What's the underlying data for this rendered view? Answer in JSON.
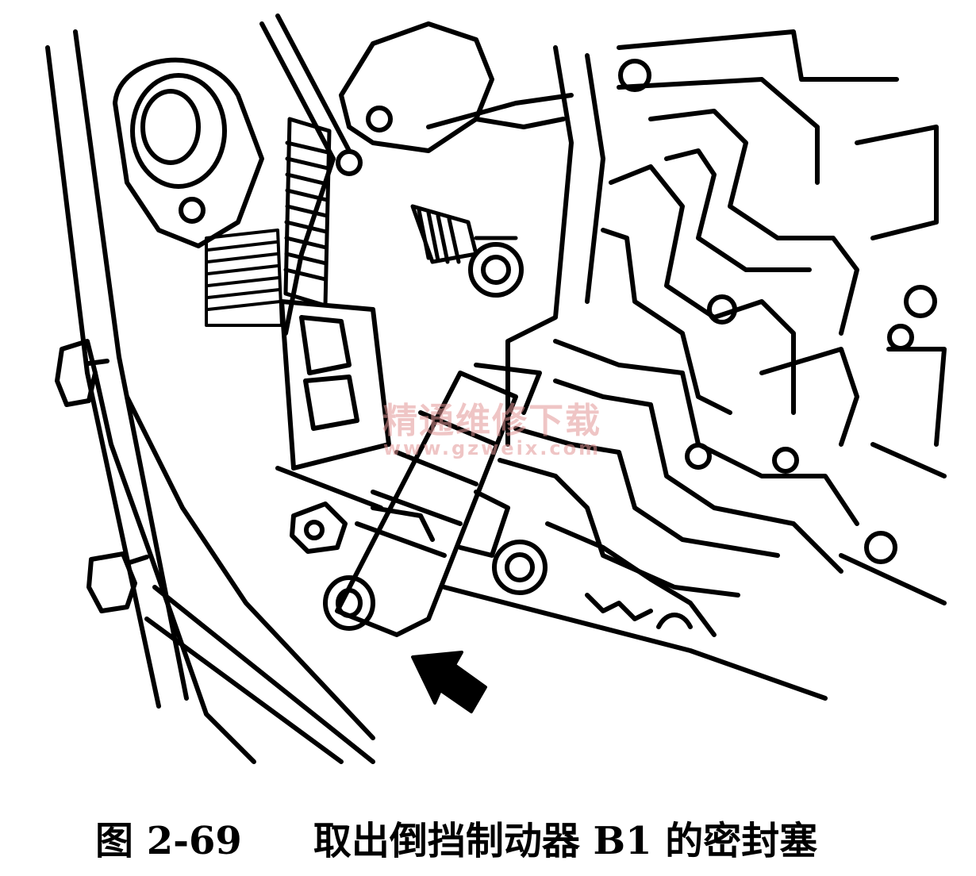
{
  "figure": {
    "label": "图 2-69",
    "title": "取出倒挡制动器 B1 的密封塞"
  },
  "watermark": {
    "site_name": "精通维修下载",
    "url": "www.gzweix.com"
  },
  "colors": {
    "ink": "#000000",
    "paper": "#ffffff",
    "watermark": "#e29696"
  },
  "icons": {
    "pointer": "arrow-icon"
  }
}
